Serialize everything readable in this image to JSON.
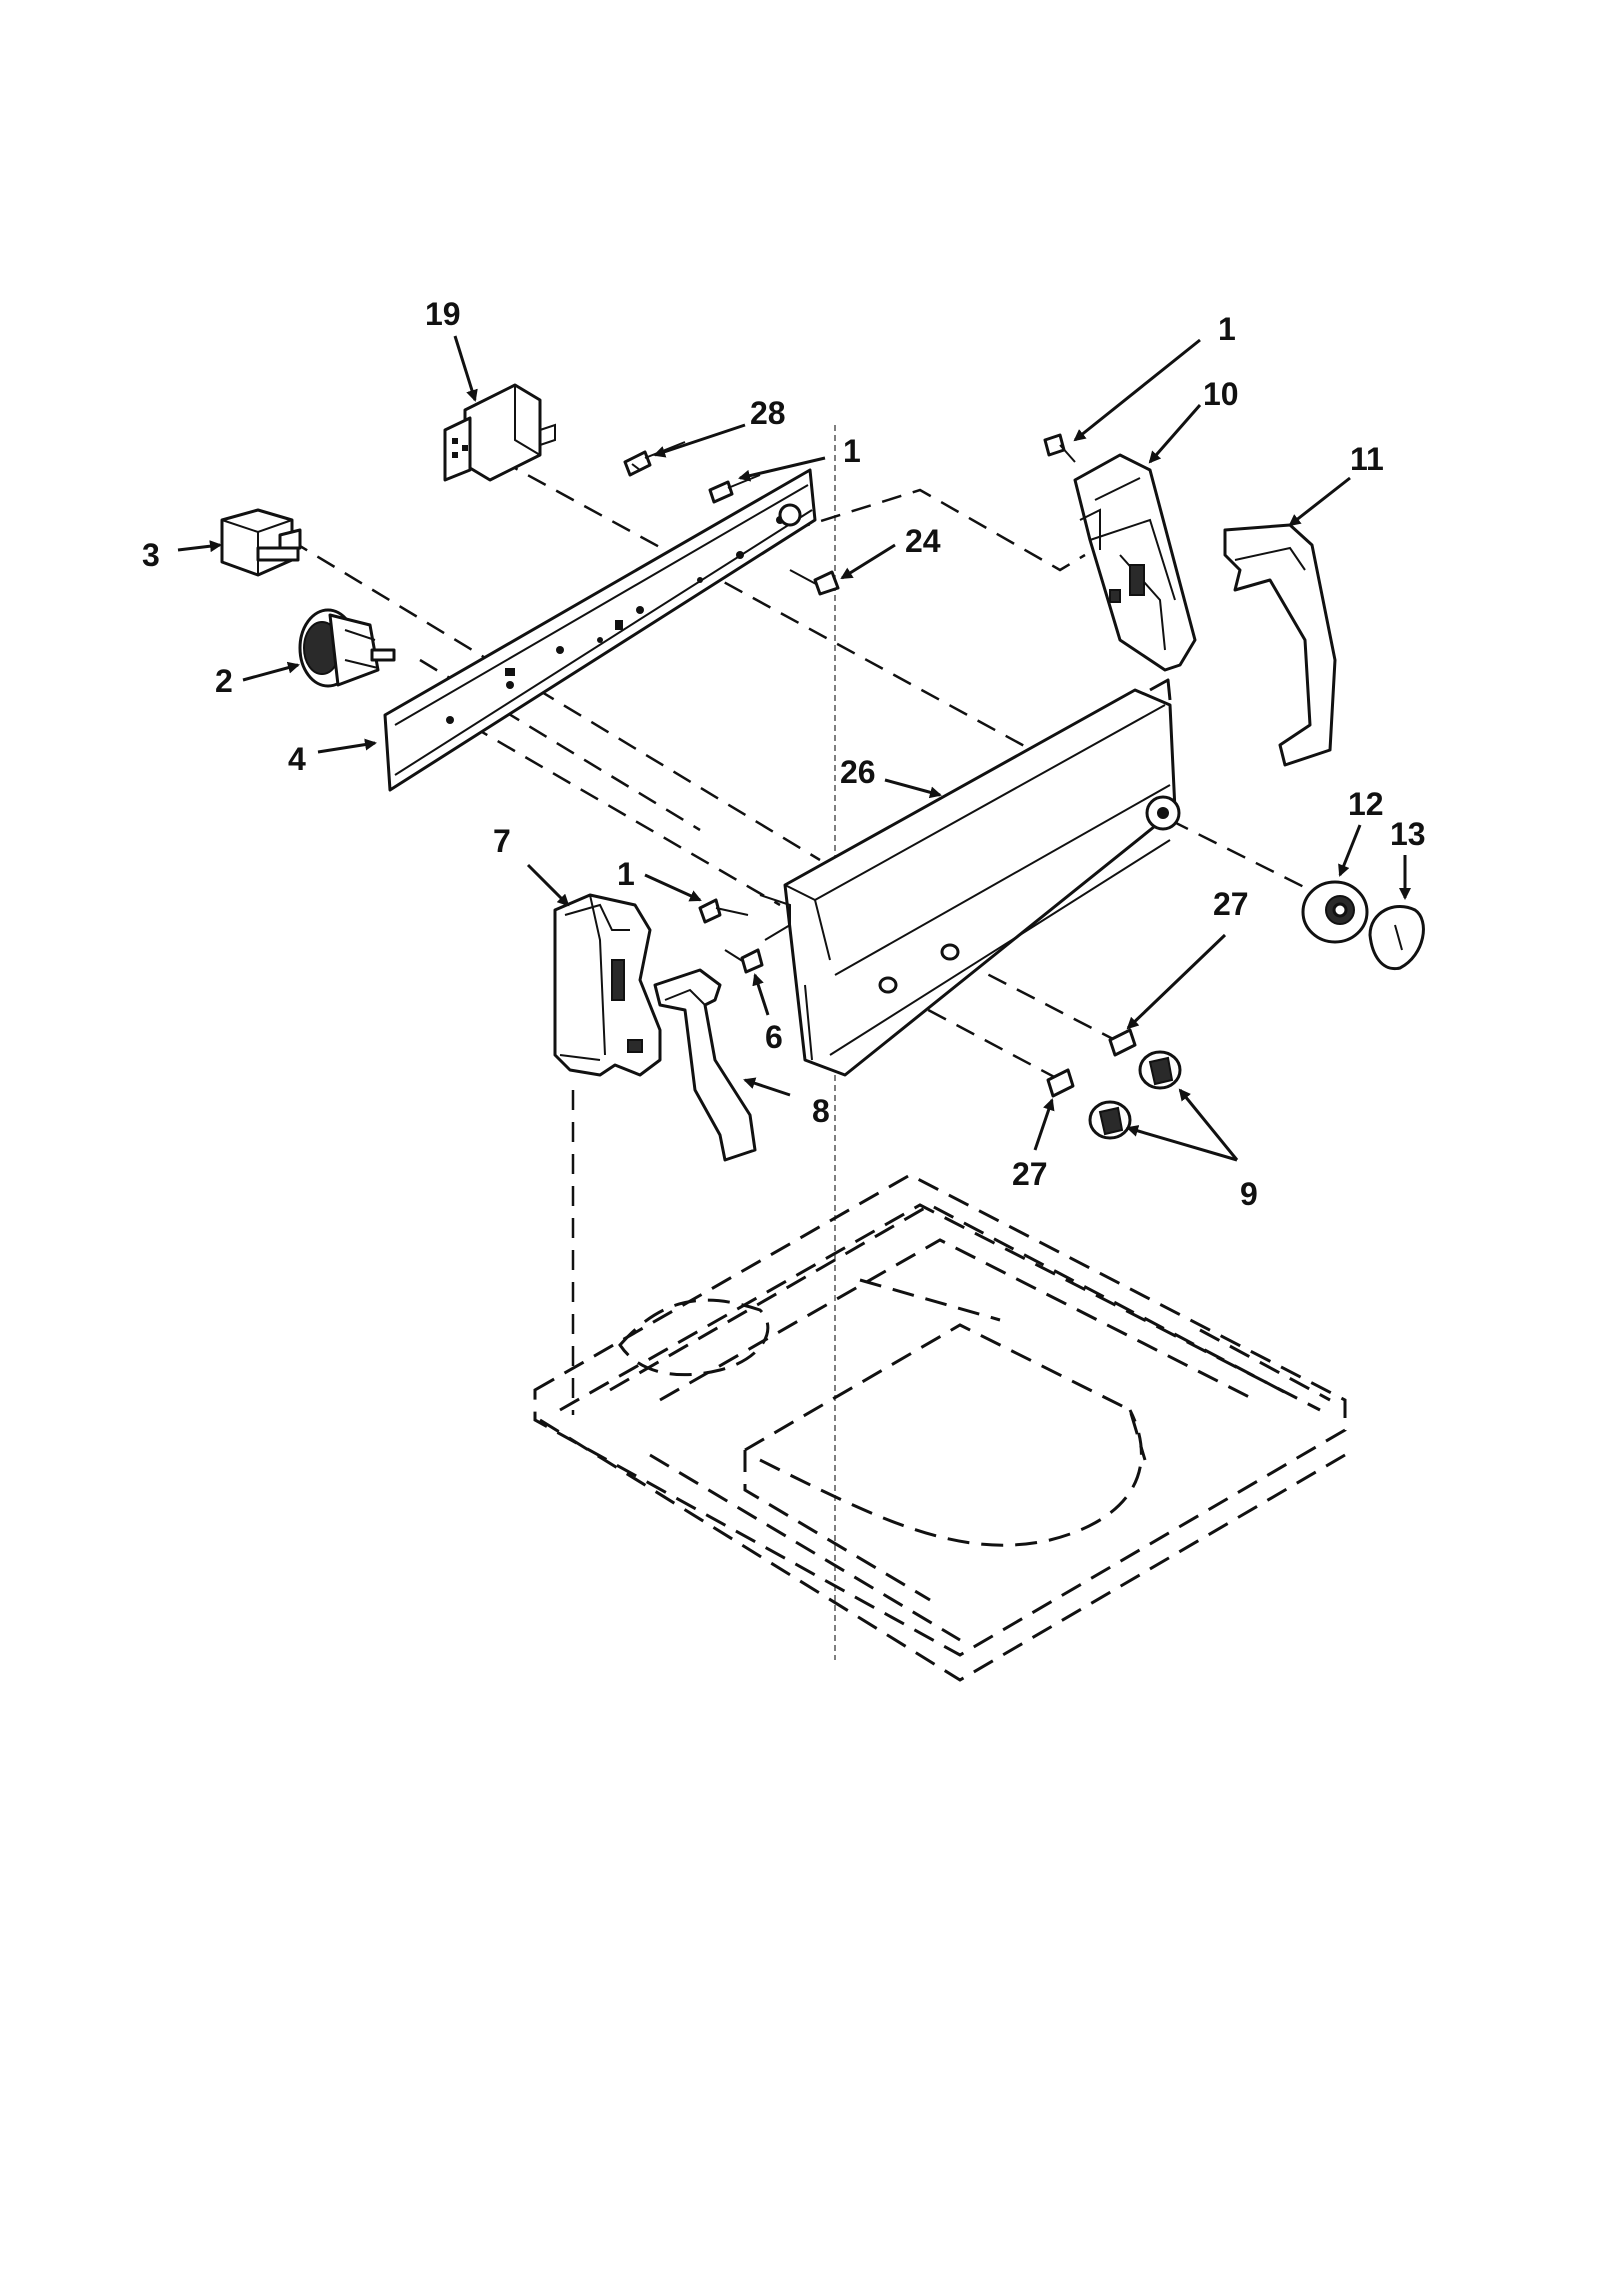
{
  "diagram": {
    "type": "exploded parts diagram",
    "callouts": [
      {
        "id": "c19",
        "label": "19"
      },
      {
        "id": "c28",
        "label": "28"
      },
      {
        "id": "c1a",
        "label": "1"
      },
      {
        "id": "c1b",
        "label": "1"
      },
      {
        "id": "c10",
        "label": "10"
      },
      {
        "id": "c11",
        "label": "11"
      },
      {
        "id": "c3",
        "label": "3"
      },
      {
        "id": "c24",
        "label": "24"
      },
      {
        "id": "c2",
        "label": "2"
      },
      {
        "id": "c4",
        "label": "4"
      },
      {
        "id": "c26",
        "label": "26"
      },
      {
        "id": "c12",
        "label": "12"
      },
      {
        "id": "c13",
        "label": "13"
      },
      {
        "id": "c7",
        "label": "7"
      },
      {
        "id": "c1c",
        "label": "1"
      },
      {
        "id": "c27a",
        "label": "27"
      },
      {
        "id": "c6",
        "label": "6"
      },
      {
        "id": "c8",
        "label": "8"
      },
      {
        "id": "c27b",
        "label": "27"
      },
      {
        "id": "c9",
        "label": "9"
      }
    ]
  }
}
